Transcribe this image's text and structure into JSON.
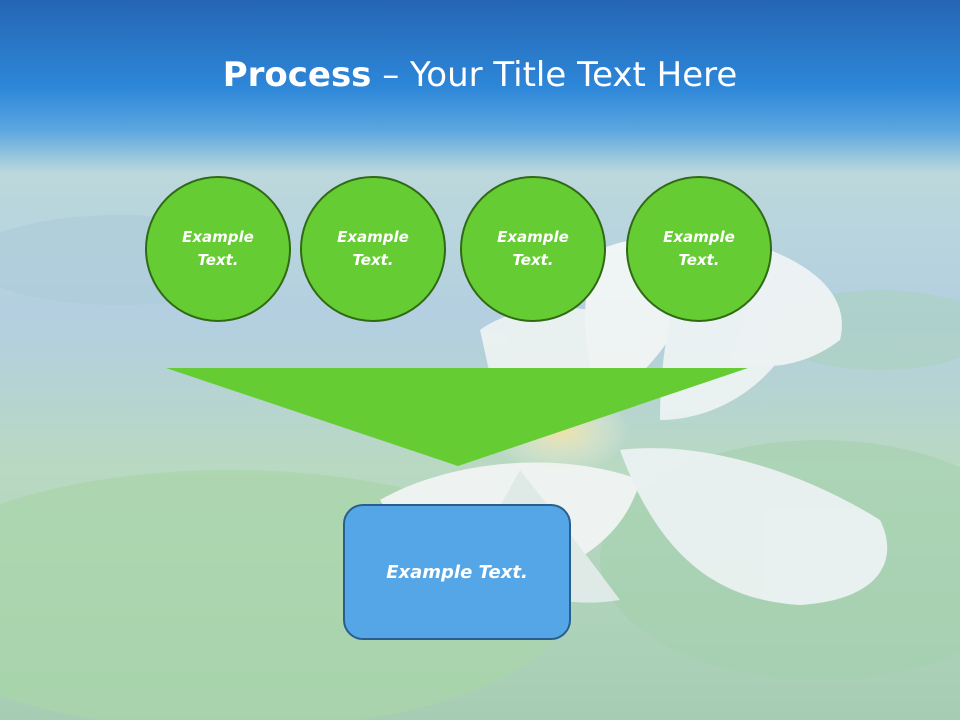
{
  "title": {
    "bold": "Process",
    "rest": " – Your Title Text Here"
  },
  "steps": [
    {
      "text": "Example Text."
    },
    {
      "text": "Example Text."
    },
    {
      "text": "Example Text."
    },
    {
      "text": "Example Text."
    }
  ],
  "result": {
    "text": "Example Text."
  },
  "colors": {
    "header_blue": "#2a7fd0",
    "step_green": "#66cc33",
    "funnel_green": "#66cc33",
    "result_blue": "#55a6e6"
  }
}
